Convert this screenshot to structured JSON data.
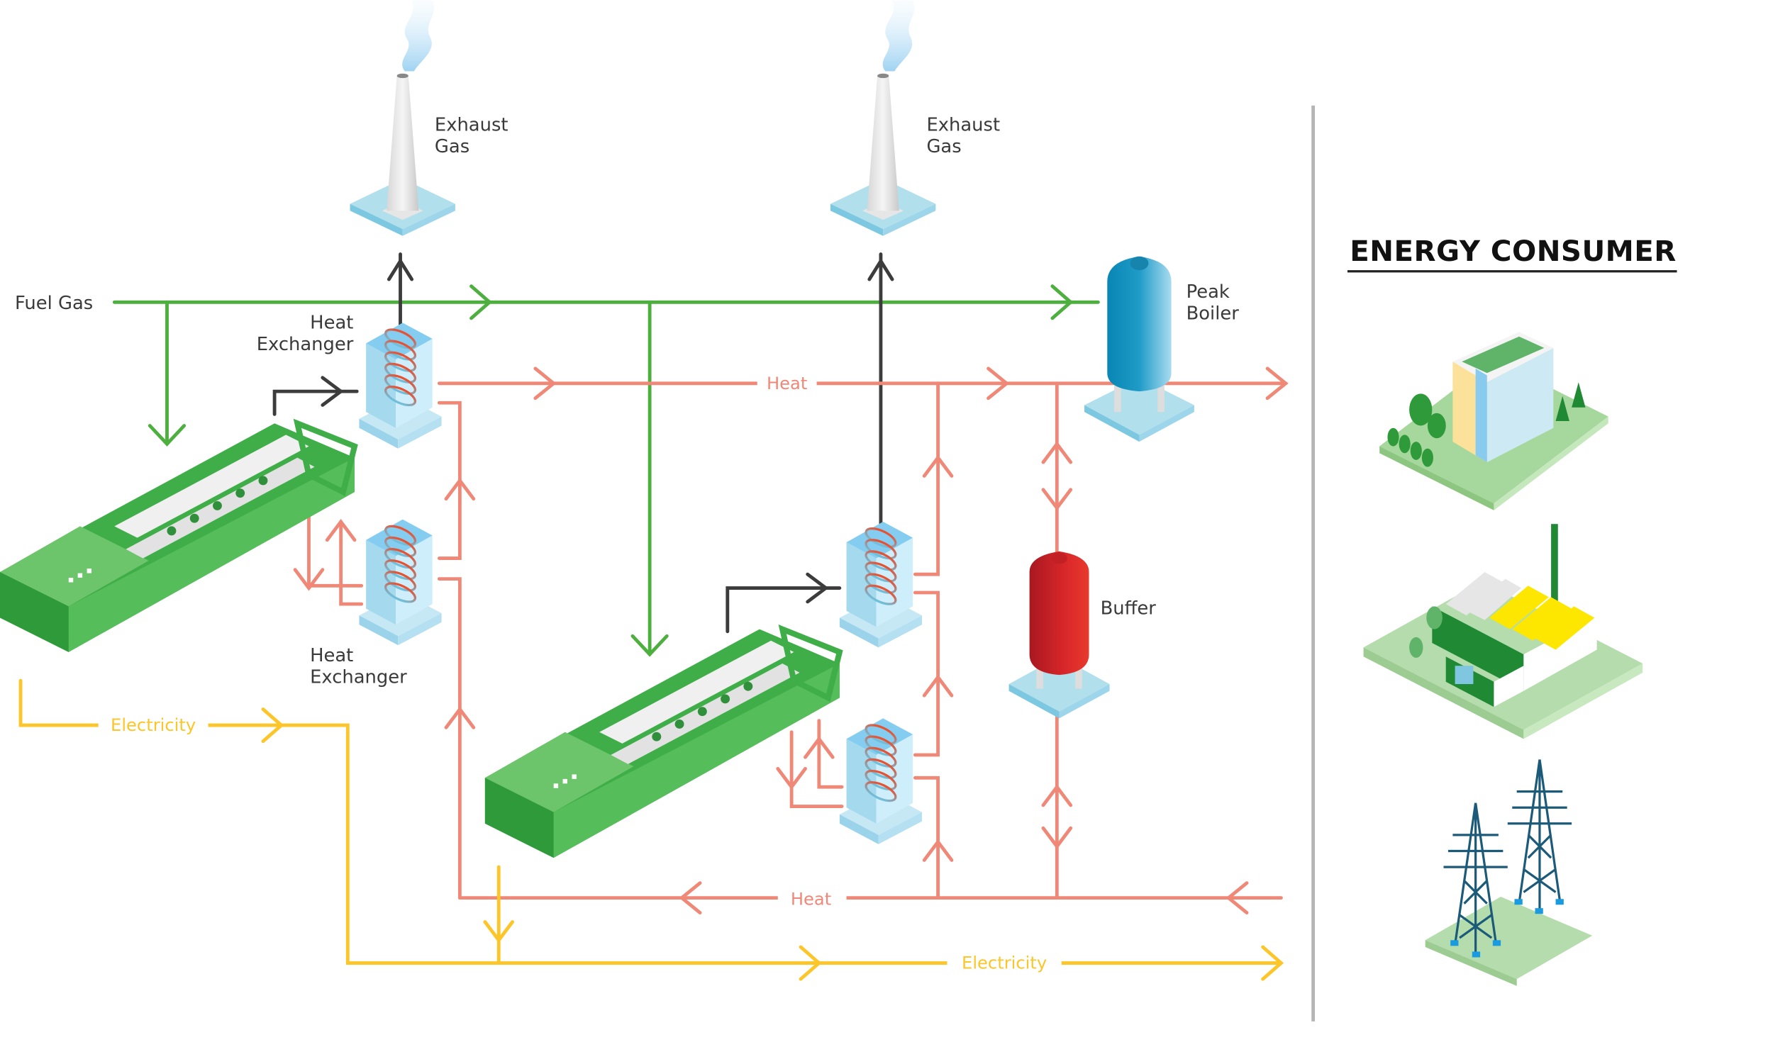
{
  "title": "ENERGY CONSUMER",
  "labels": {
    "fuel_gas": "Fuel Gas",
    "exhaust_gas_1_line1": "Exhaust",
    "exhaust_gas_1_line2": "Gas",
    "exhaust_gas_2_line1": "Exhaust",
    "exhaust_gas_2_line2": "Gas",
    "heat_exchanger_top_line1": "Heat",
    "heat_exchanger_top_line2": "Exchanger",
    "heat_exchanger_bottom_line1": "Heat",
    "heat_exchanger_bottom_line2": "Exchanger",
    "peak_boiler_line1": "Peak",
    "peak_boiler_line2": "Boiler",
    "buffer": "Buffer",
    "heat_supply": "Heat",
    "heat_return": "Heat",
    "electricity_1": "Electricity",
    "electricity_2": "Electricity"
  },
  "colors": {
    "fuel_gas": "#4caf3e",
    "exhaust": "#3c3c3c",
    "heat": "#f08878",
    "electricity": "#fcc62a",
    "engine": "#3fae49",
    "exchanger": "#a8dcf0",
    "boiler": "#2a9ac4",
    "buffer": "#d9272a",
    "divider": "#b5b5b5"
  },
  "consumers": [
    {
      "name": "residential-building"
    },
    {
      "name": "industrial-factory"
    },
    {
      "name": "power-grid"
    }
  ]
}
